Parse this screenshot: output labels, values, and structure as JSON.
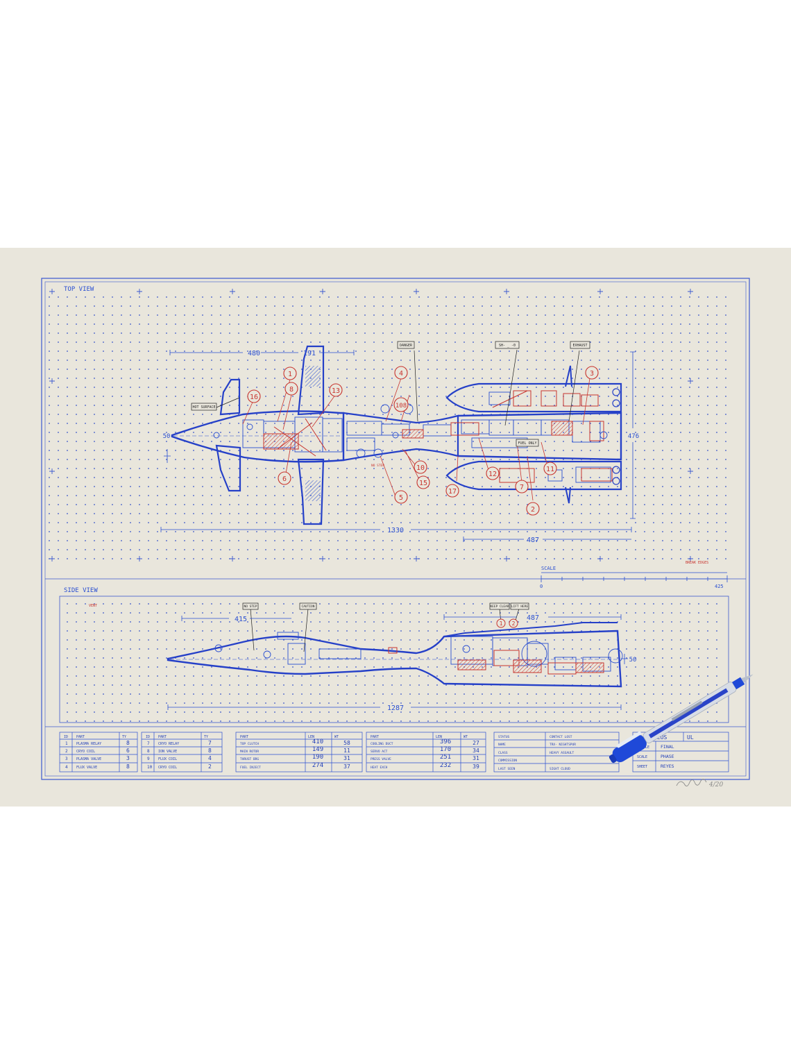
{
  "colors": {
    "paper": "#e9e6dc",
    "ink_blue": "#2a4fd1",
    "ink_hull": "#2540c8",
    "ink_red": "#c8342e"
  },
  "views": {
    "top": "TOP VIEW",
    "side": "SIDE VIEW"
  },
  "top_dims": {
    "d480": "480",
    "d191": "191",
    "d1330": "1330",
    "d487": "487",
    "d476": "476",
    "d50": "50"
  },
  "side_dims": {
    "d415": "415",
    "d487": "487",
    "d1287": "1287",
    "d50": "50"
  },
  "callouts": {
    "c1": "1",
    "c2": "2",
    "c3": "3",
    "c4": "4",
    "c5": "5",
    "c6": "6",
    "c7": "7",
    "c8": "8",
    "c10": "10",
    "c11": "11",
    "c12": "12",
    "c13": "13",
    "c15": "15",
    "c16": "16",
    "c17": "17",
    "c108": "108"
  },
  "tags": {
    "hot_surface": "HOT SURFACE",
    "danger": "DANGER",
    "sh": "SH- _ -0",
    "exhaust": "EXHAUST",
    "fuel_only": "FUEL ONLY",
    "no_step_top": "NO STEP",
    "no_step": "NO STEP",
    "caution": "CAUTION",
    "keep_clear": "KEEP CLEAR",
    "lift_here": "LIFT HERE",
    "vent": "VENT",
    "break_edges": "BREAK EDGES"
  },
  "scale": {
    "label": "SCALE",
    "min": "0",
    "max": "425"
  },
  "parts_tables": [
    {
      "h": [
        "ID",
        "PART",
        "TY"
      ],
      "rows": [
        [
          "1",
          "PLASMA RELAY",
          "8"
        ],
        [
          "2",
          "CRYO COIL",
          "6"
        ],
        [
          "3",
          "PLASMA VALVE",
          "3"
        ],
        [
          "4",
          "FLUX VALVE",
          "8"
        ]
      ]
    },
    {
      "h": [
        "ID",
        "PART",
        "TY"
      ],
      "rows": [
        [
          "7",
          "CRYO RELAY",
          "7"
        ],
        [
          "8",
          "ION VALVE",
          "8"
        ],
        [
          "9",
          "FLUX COIL",
          "4"
        ],
        [
          "10",
          "CRYO COIL",
          "2"
        ]
      ]
    }
  ],
  "spec_tables": [
    {
      "h": [
        "PART",
        "LEN",
        "WT"
      ],
      "rows": [
        [
          "TOP CLUTCH",
          "410",
          "58"
        ],
        [
          "MAIN ROTOR",
          "149",
          "11"
        ],
        [
          "THRUST BRG",
          "190",
          "31"
        ],
        [
          "FUEL INJECT",
          "274",
          "37"
        ]
      ]
    },
    {
      "h": [
        "PART",
        "LEN",
        "WT"
      ],
      "rows": [
        [
          "COOLING DUCT",
          "396",
          "27"
        ],
        [
          "SERVO ACT",
          "170",
          "34"
        ],
        [
          "PRESS VALVE",
          "251",
          "31"
        ],
        [
          "HEAT EXCH",
          "232",
          "39"
        ]
      ]
    }
  ],
  "status_table": {
    "rows": [
      [
        "STATUS",
        "CONTACT LOST"
      ],
      [
        "NAME",
        "TRX- NIGHTSPUR"
      ],
      [
        "CLASS",
        "HEAVY ASSAULT"
      ],
      [
        "COMMISSION",
        ""
      ],
      [
        "LAST SEEN",
        "SIGHT CLOUD"
      ]
    ]
  },
  "title_block": {
    "name": "KLOVPULUS",
    "code": "UL",
    "rows": [
      [
        "NEEDLE",
        "FINAL"
      ],
      [
        "SCALE",
        "PHASE"
      ],
      [
        "SHEET",
        "REYES"
      ]
    ]
  },
  "signature": "4/20"
}
